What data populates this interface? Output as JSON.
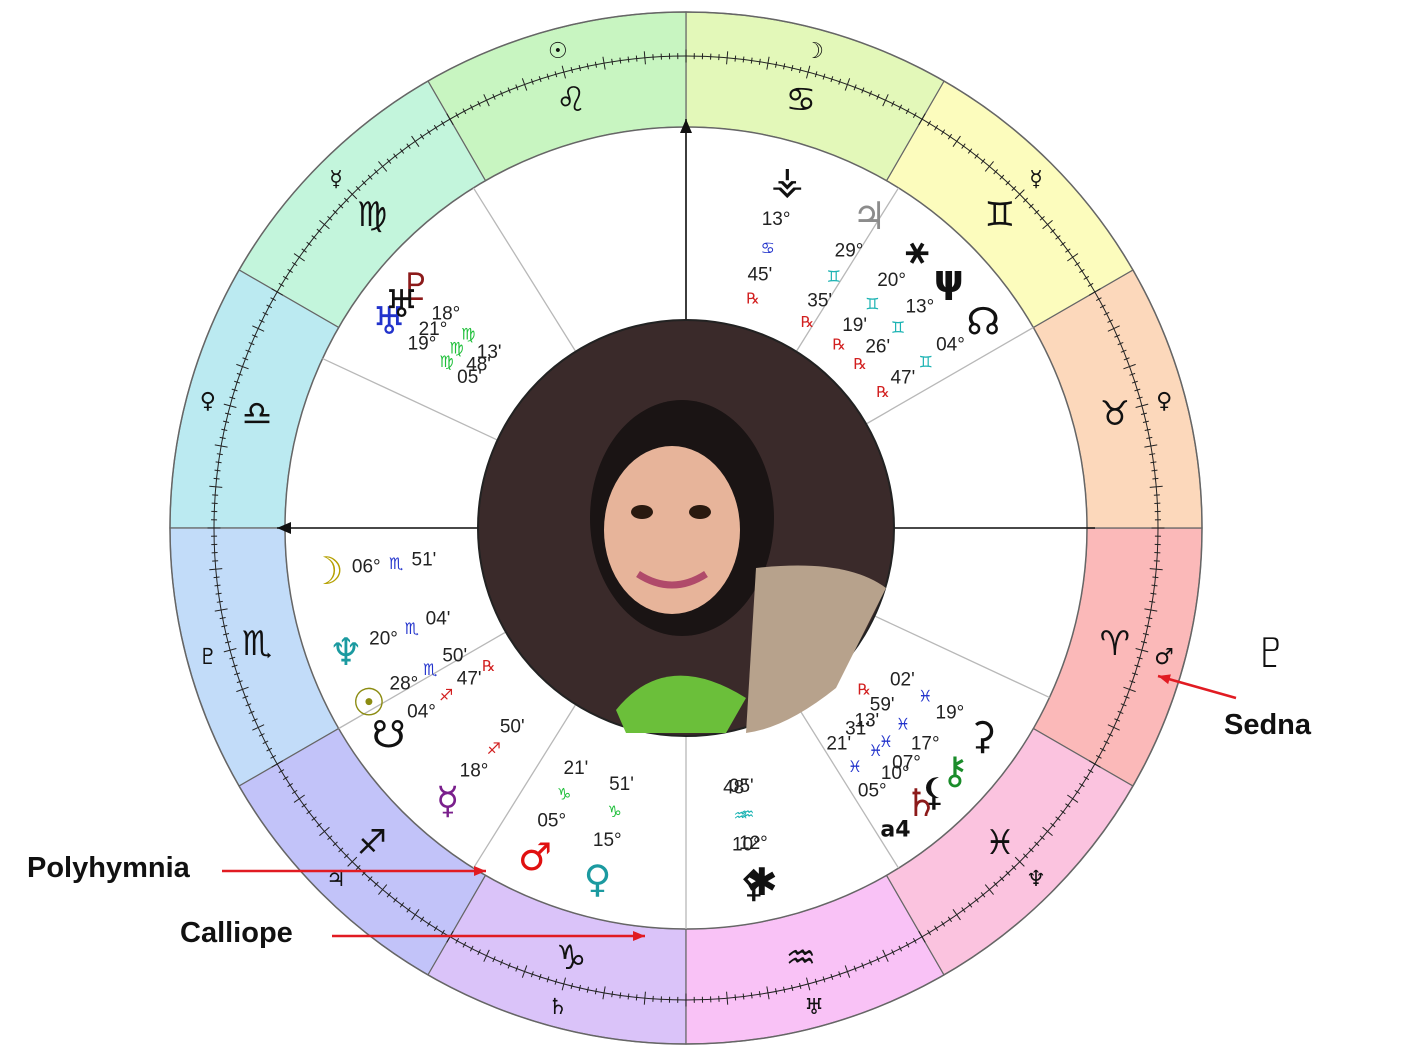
{
  "colors": {
    "arrow": "#e11b22",
    "house_line": "#b8b8b8",
    "axis_line": "#111111",
    "aries": "#fbb9b9",
    "taurus": "#fcd8bb",
    "gemini": "#fcfcbd",
    "cancer": "#e3f8b9",
    "leo": "#c8f5c1",
    "virgo": "#c3f5dc",
    "libra": "#bbeaf1",
    "scorpio": "#c2dcf9",
    "sagittarius": "#c2c3f9",
    "capricorn": "#dac3f9",
    "aquarius": "#f9c2f6",
    "pisces": "#fbc3df"
  },
  "zodiac": [
    {
      "sign": "aries",
      "glyph": "♈",
      "ruler": "♂"
    },
    {
      "sign": "taurus",
      "glyph": "♉",
      "ruler": "♀"
    },
    {
      "sign": "gemini",
      "glyph": "♊",
      "ruler": "☿"
    },
    {
      "sign": "cancer",
      "glyph": "♋",
      "ruler": "☽"
    },
    {
      "sign": "leo",
      "glyph": "♌",
      "ruler": "☉"
    },
    {
      "sign": "virgo",
      "glyph": "♍",
      "ruler": "☿"
    },
    {
      "sign": "libra",
      "glyph": "♎",
      "ruler": "♀"
    },
    {
      "sign": "scorpio",
      "glyph": "♏",
      "ruler": "♇"
    },
    {
      "sign": "sagittarius",
      "glyph": "♐",
      "ruler": "♃"
    },
    {
      "sign": "capricorn",
      "glyph": "♑",
      "ruler": "♄"
    },
    {
      "sign": "aquarius",
      "glyph": "♒",
      "ruler": "♅"
    },
    {
      "sign": "pisces",
      "glyph": "♓",
      "ruler": "♆"
    }
  ],
  "planets": [
    {
      "name": "moon",
      "glyph": "☽",
      "color": "#b5a000",
      "degree": "06°",
      "sign": "♏",
      "sign_color": "#2233cc",
      "minute": "51'",
      "retro": ""
    },
    {
      "name": "neptune",
      "glyph": "♆",
      "color": "#1b9aa0",
      "degree": "20°",
      "sign": "♏",
      "sign_color": "#2233cc",
      "minute": "04'",
      "retro": ""
    },
    {
      "name": "sun",
      "glyph": "☉",
      "color": "#8c8c12",
      "degree": "28°",
      "sign": "♏",
      "sign_color": "#2233cc",
      "minute": "50'",
      "retro": ""
    },
    {
      "name": "south-node",
      "glyph": "☋",
      "color": "#111111",
      "degree": "04°",
      "sign": "♐",
      "sign_color": "#d21f1f",
      "minute": "47'",
      "retro": "℞"
    },
    {
      "name": "mercury",
      "glyph": "☿",
      "color": "#7a1f8c",
      "degree": "18°",
      "sign": "♐",
      "sign_color": "#d21f1f",
      "minute": "50'",
      "retro": ""
    },
    {
      "name": "mars",
      "glyph": "♂",
      "color": "#e01010",
      "degree": "05°",
      "sign": "♑",
      "sign_color": "#1fbf3a",
      "minute": "21'",
      "retro": ""
    },
    {
      "name": "venus-polyhymnia",
      "glyph": "♀",
      "color": "#1b9aa0",
      "degree": "15°",
      "sign": "♑",
      "sign_color": "#1fbf3a",
      "minute": "51'",
      "retro": ""
    },
    {
      "name": "calliope",
      "glyph": "⚴",
      "color": "#111111",
      "degree": "10°",
      "sign": "♒",
      "sign_color": "#1bb3b3",
      "minute": "48'",
      "retro": ""
    },
    {
      "name": "asteroid-star",
      "glyph": "✱",
      "color": "#111111",
      "degree": "12°",
      "sign": "♒",
      "sign_color": "#1bb3b3",
      "minute": "05'",
      "retro": ""
    },
    {
      "name": "a4",
      "glyph": "a4",
      "color": "#111111",
      "degree": "05°",
      "sign": "♓",
      "sign_color": "#2233cc",
      "minute": "21'",
      "retro": ""
    },
    {
      "name": "lilith",
      "glyph": "⚸",
      "color": "#111111",
      "degree": "07°",
      "sign": "♓",
      "sign_color": "#2233cc",
      "minute": "13'",
      "retro": ""
    },
    {
      "name": "saturn",
      "glyph": "♄",
      "color": "#8c1a1a",
      "degree": "10°",
      "sign": "♓",
      "sign_color": "#2233cc",
      "minute": "31'",
      "retro": ""
    },
    {
      "name": "chiron",
      "glyph": "⚷",
      "color": "#1a8c2a",
      "degree": "17°",
      "sign": "♓",
      "sign_color": "#2233cc",
      "minute": "59'",
      "retro": "℞"
    },
    {
      "name": "chariklo",
      "glyph": "⚳",
      "color": "#111111",
      "degree": "19°",
      "sign": "♓",
      "sign_color": "#2233cc",
      "minute": "02'",
      "retro": ""
    },
    {
      "name": "north-node",
      "glyph": "☊",
      "color": "#111111",
      "degree": "04°",
      "sign": "♊",
      "sign_color": "#1bb3b3",
      "minute": "47'",
      "retro": "℞"
    },
    {
      "name": "psyche",
      "glyph": "ψ",
      "color": "#111111",
      "degree": "13°",
      "sign": "♊",
      "sign_color": "#1bb3b3",
      "minute": "26'",
      "retro": "℞"
    },
    {
      "name": "pholus",
      "glyph": "⚹",
      "color": "#111111",
      "degree": "20°",
      "sign": "♊",
      "sign_color": "#1bb3b3",
      "minute": "19'",
      "retro": "℞"
    },
    {
      "name": "jupiter",
      "glyph": "♃",
      "color": "#8c8c8c",
      "degree": "29°",
      "sign": "♊",
      "sign_color": "#1bb3b3",
      "minute": "35'",
      "retro": "℞"
    },
    {
      "name": "vesta-like",
      "glyph": "⚶",
      "color": "#111111",
      "degree": "13°",
      "sign": "♋",
      "sign_color": "#2233cc",
      "minute": "45'",
      "retro": "℞"
    },
    {
      "name": "pluto",
      "glyph": "♇",
      "color": "#8c1a1a",
      "degree": "18°",
      "sign": "♍",
      "sign_color": "#1fbf3a",
      "minute": "13'",
      "retro": ""
    },
    {
      "name": "uranus",
      "glyph": "♅",
      "color": "#2233cc",
      "degree": "19°",
      "sign": "♍",
      "sign_color": "#1fbf3a",
      "minute": "05'",
      "retro": ""
    },
    {
      "name": "transpluto",
      "glyph": "♅",
      "color": "#111111",
      "degree": "21°",
      "sign": "♍",
      "sign_color": "#1fbf3a",
      "minute": "48'",
      "retro": ""
    }
  ],
  "callouts": {
    "polyhymnia": "Polyhymnia",
    "calliope": "Calliope",
    "sedna": "Sedna"
  },
  "sedna_symbol": "♇"
}
